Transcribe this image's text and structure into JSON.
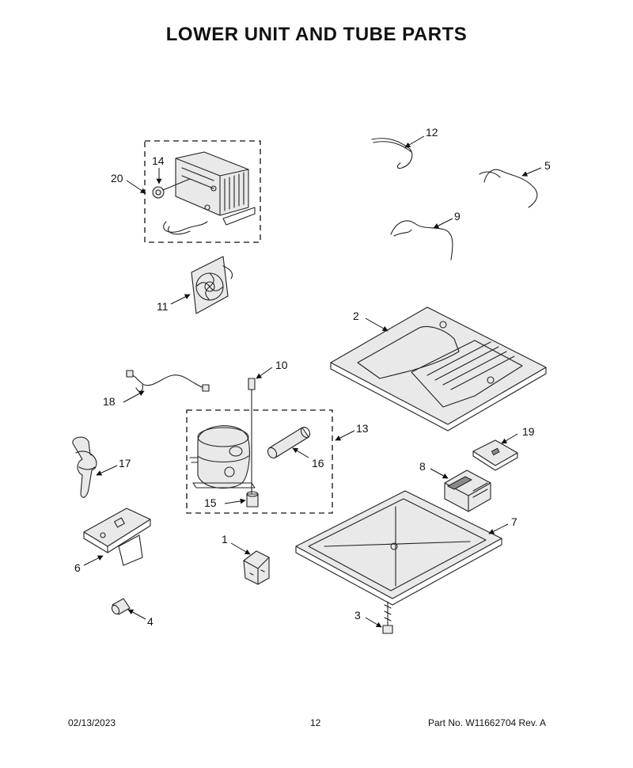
{
  "page": {
    "title": "LOWER UNIT AND TUBE PARTS",
    "footer": {
      "date": "02/13/2023",
      "page_number": "12",
      "part_number": "Part No. W11662704 Rev. A"
    }
  },
  "callouts": {
    "c1": "1",
    "c2": "2",
    "c3": "3",
    "c4": "4",
    "c5": "5",
    "c6": "6",
    "c7": "7",
    "c8": "8",
    "c9": "9",
    "c10": "10",
    "c11": "11",
    "c12": "12",
    "c13": "13",
    "c14": "14",
    "c15": "15",
    "c16": "16",
    "c17": "17",
    "c18": "18",
    "c19": "19",
    "c20": "20"
  }
}
